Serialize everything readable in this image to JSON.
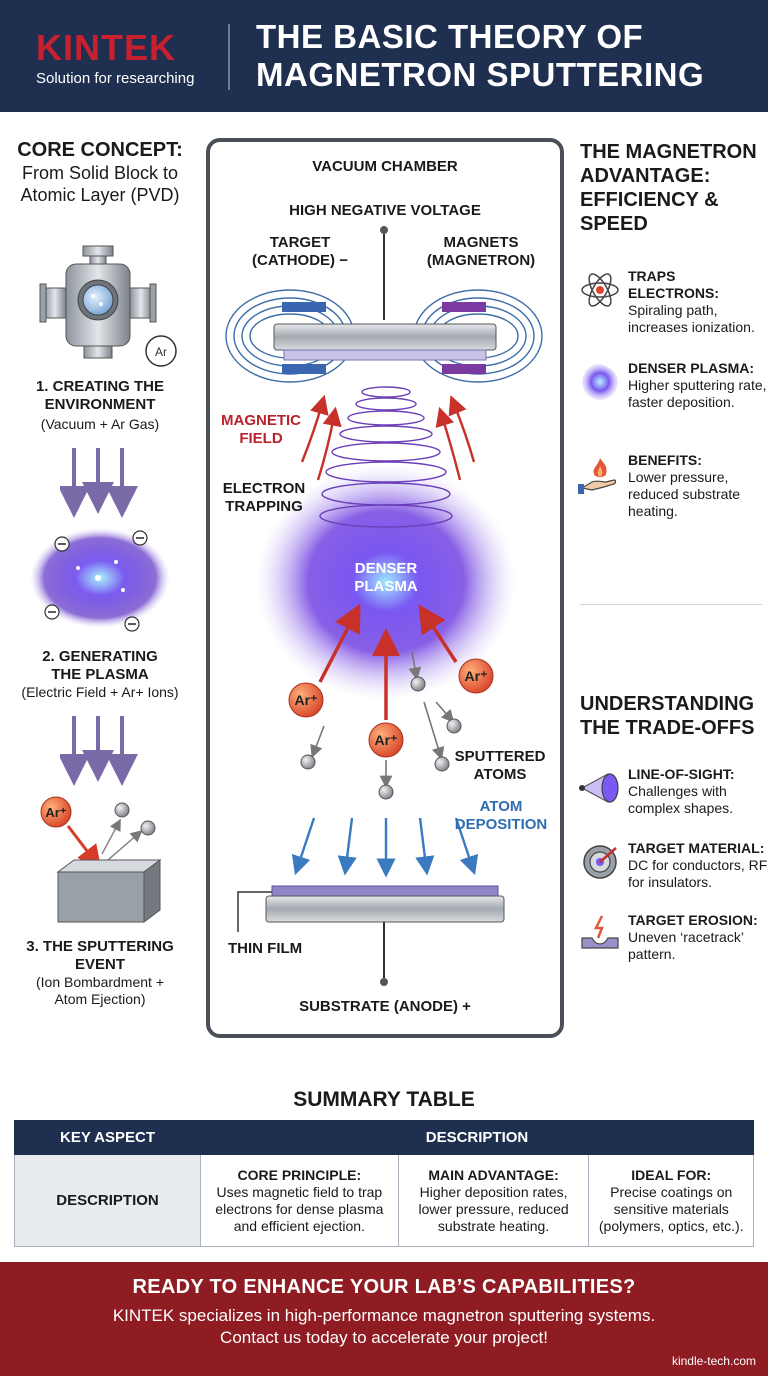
{
  "header": {
    "logo_word": "KINTEK",
    "logo_tagline": "Solution for researching",
    "title_line1": "THE BASIC THEORY OF",
    "title_line2": "MAGNETRON SPUTTERING"
  },
  "core": {
    "heading": "CORE CONCEPT:",
    "sub_line1": "From Solid Block to",
    "sub_line2": "Atomic Layer (PVD)",
    "ar_badge": "Ar",
    "steps": [
      {
        "title_line1": "1. CREATING THE",
        "title_line2": "ENVIRONMENT",
        "sub_line1": "(Vacuum + Ar Gas)",
        "sub_line2": ""
      },
      {
        "title_line1": "2. GENERATING",
        "title_line2": "THE PLASMA",
        "sub_line1": "(Electric Field + Ar+ Ions)",
        "sub_line2": ""
      },
      {
        "title_line1": "3. THE SPUTTERING",
        "title_line2": "EVENT",
        "sub_line1": "(Ion Bombardment +",
        "sub_line2": "Atom Ejection)"
      }
    ],
    "ion_label": "Ar⁺"
  },
  "chamber": {
    "title": "VACUUM CHAMBER",
    "voltage": "HIGH NEGATIVE VOLTAGE",
    "target_line1": "TARGET",
    "target_line2": "(CATHODE) −",
    "magnets_line1": "MAGNETS",
    "magnets_line2": "(MAGNETRON)",
    "magnetic_line1": "MAGNETIC",
    "magnetic_line2": "FIELD",
    "trapping_line1": "ELECTRON",
    "trapping_line2": "TRAPPING",
    "plasma_line1": "DENSER",
    "plasma_line2": "PLASMA",
    "ion_label": "Ar⁺",
    "sputtered_line1": "SPUTTERED",
    "sputtered_line2": "ATOMS",
    "deposition_line1": "ATOM",
    "deposition_line2": "DEPOSITION",
    "thin_film": "THIN FILM",
    "substrate": "SUBSTRATE (ANODE) +"
  },
  "advantage": {
    "heading_line1": "THE MAGNETRON",
    "heading_line2": "ADVANTAGE:",
    "heading_line3": "EFFICIENCY &",
    "heading_line4": "SPEED",
    "items": [
      {
        "icon": "atom-icon",
        "title_line1": "TRAPS",
        "title_line2": "ELECTRONS:",
        "body": "Spiraling path, increases ionization."
      },
      {
        "icon": "plasma-icon",
        "title_line1": "DENSER PLASMA:",
        "title_line2": "",
        "body": "Higher sputtering rate, faster deposition."
      },
      {
        "icon": "hand-flame-icon",
        "title_line1": "BENEFITS:",
        "title_line2": "",
        "body": "Lower pressure, reduced substrate heating."
      }
    ]
  },
  "tradeoffs": {
    "heading_line1": "UNDERSTANDING",
    "heading_line2": "THE TRADE-OFFS",
    "items": [
      {
        "icon": "eye-icon",
        "title": "LINE-OF-SIGHT:",
        "body": "Challenges with complex shapes."
      },
      {
        "icon": "target-icon",
        "title": "TARGET MATERIAL:",
        "body": "DC for conductors, RF for insulators."
      },
      {
        "icon": "erosion-icon",
        "title": "TARGET EROSION:",
        "body": "Uneven ‘racetrack’ pattern."
      }
    ]
  },
  "summary": {
    "title": "SUMMARY TABLE",
    "headers": [
      "KEY ASPECT",
      "DESCRIPTION"
    ],
    "row_label": "DESCRIPTION",
    "cells": [
      {
        "title": "CORE PRINCIPLE:",
        "body": "Uses magnetic field to trap electrons for dense plasma and efficient ejection."
      },
      {
        "title": "MAIN ADVANTAGE:",
        "body": "Higher deposition rates, lower pressure, reduced substrate heating."
      },
      {
        "title": "IDEAL FOR:",
        "body": "Precise coatings on sensitive materials (polymers, optics, etc.)."
      }
    ]
  },
  "footer": {
    "cta_title": "READY TO ENHANCE YOUR LAB’S CAPABILITIES?",
    "cta_line1": "KINTEK specializes in high-performance magnetron sputtering systems.",
    "cta_line2": "Contact us today to accelerate your project!",
    "site": "kindle-tech.com"
  }
}
